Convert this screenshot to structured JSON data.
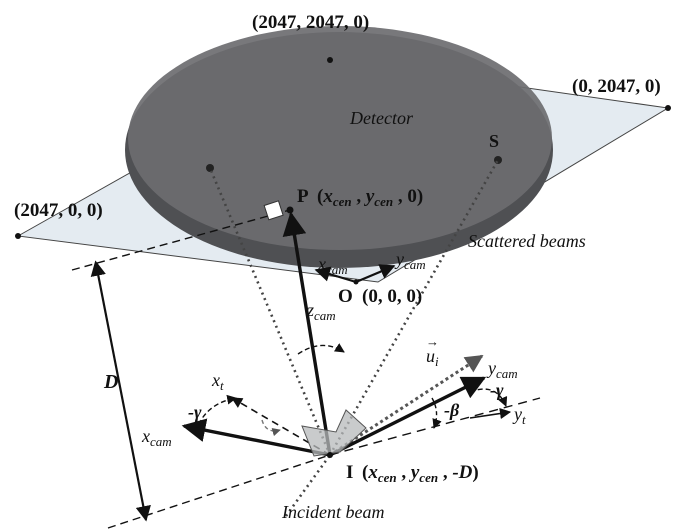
{
  "labels": {
    "corner_top": "(2047, 2047, 0)",
    "corner_right": "(0, 2047, 0)",
    "corner_left": "(2047, 0, 0)",
    "detector": "Detector",
    "point_s": "S",
    "point_p": "P",
    "p_coords": {
      "open": "(",
      "x": "x",
      "x_sub": "cen",
      "sep1": " , ",
      "y": "y",
      "y_sub": "cen",
      "tail": " , 0)"
    },
    "scattered_beams": "Scattered beams",
    "origin": "O",
    "origin_coords": "(0, 0, 0)",
    "x_cam": {
      "base": "x",
      "sub": "cam"
    },
    "y_cam": {
      "base": "y",
      "sub": "cam"
    },
    "z_cam": {
      "base": "z",
      "sub": "cam"
    },
    "x_t": {
      "base": "x",
      "sub": "t"
    },
    "y_t": {
      "base": "y",
      "sub": "t"
    },
    "u_i": {
      "base": "u",
      "sub": "i",
      "arrow": "→"
    },
    "distance": "D",
    "minus_gamma": "-γ",
    "minus_beta": "-β",
    "point_i": "I",
    "i_coords": {
      "open": "(",
      "x": "x",
      "x_sub": "cen",
      "sep1": " , ",
      "y": "y",
      "y_sub": "cen",
      "sep2": " , ",
      "d": "-D",
      "close": ")"
    },
    "incident_beam": "Incident beam"
  },
  "colors": {
    "detector_fill": "#6c6d70",
    "detector_rim": "#4f5053",
    "plane_fill": "#dfe7ee",
    "plane_stroke": "#444444",
    "ink": "#111111"
  }
}
